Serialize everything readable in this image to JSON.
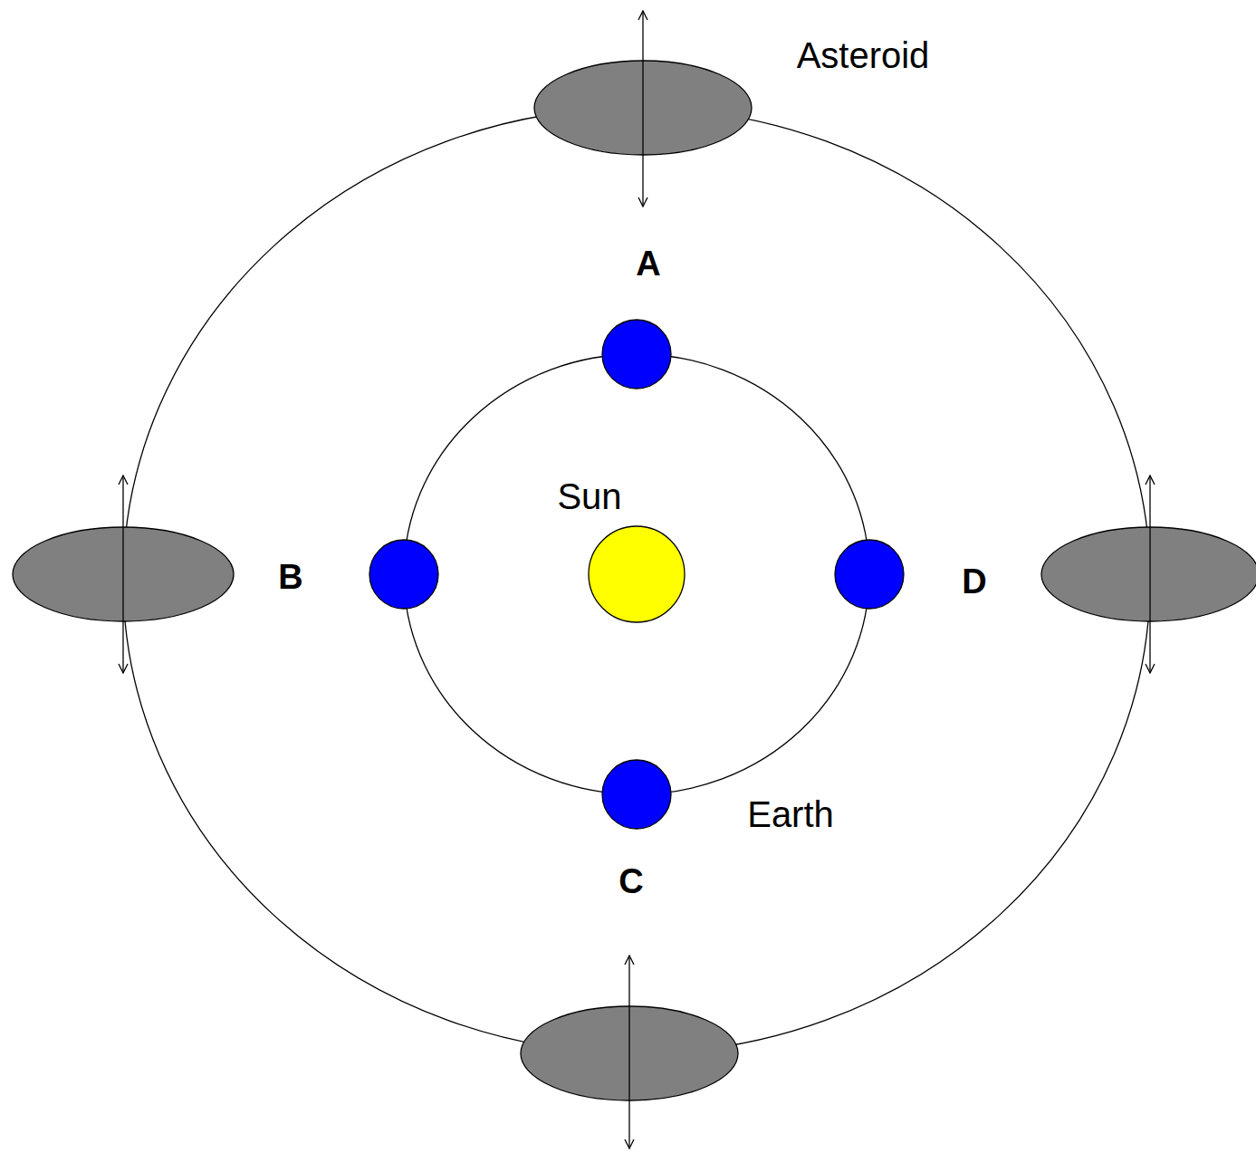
{
  "diagram": {
    "labels": [
      "Asteroid",
      "A",
      "Sun",
      "B",
      "D",
      "Earth",
      "C"
    ]
  }
}
